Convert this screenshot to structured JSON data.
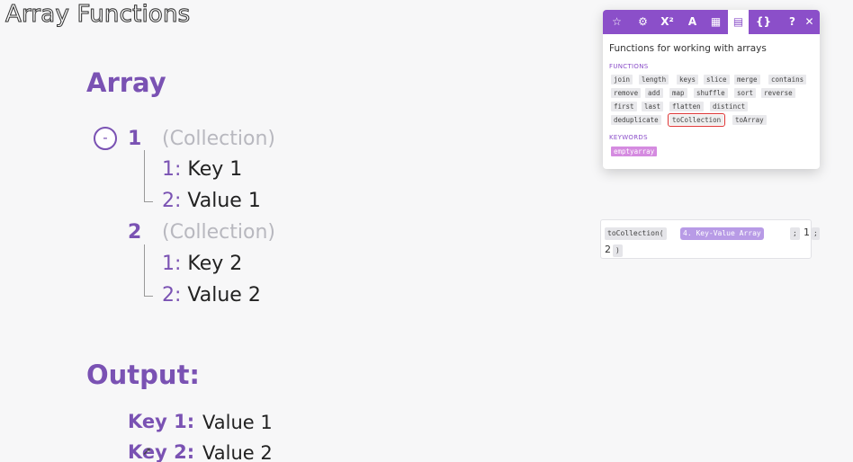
{
  "page": {
    "title": "Array Functions"
  },
  "array_section": {
    "heading": "Array",
    "collapse_label": "-",
    "collections": [
      {
        "index": "1",
        "type_label": "(Collection)",
        "entries": [
          {
            "key": "1:",
            "value": "Key 1"
          },
          {
            "key": "2:",
            "value": "Value 1"
          }
        ]
      },
      {
        "index": "2",
        "type_label": "(Collection)",
        "entries": [
          {
            "key": "1:",
            "value": "Key 2"
          },
          {
            "key": "2:",
            "value": "Value 2"
          }
        ]
      }
    ]
  },
  "output_section": {
    "heading": "Output:",
    "rows": [
      {
        "key": "Key 1:",
        "value": "Value 1"
      },
      {
        "key": "Key 2:",
        "value": "Value 2"
      }
    ]
  },
  "panel": {
    "toolbar": [
      "star-icon",
      "gear-icon",
      "superscript-icon",
      "text-icon",
      "calendar-icon",
      "table-icon",
      "braces-icon",
      "help-icon",
      "close-icon"
    ],
    "toolbar_glyphs": {
      "star": "☆",
      "gear": "⚙",
      "sup": "X²",
      "text": "A",
      "cal": "▦",
      "table": "▤",
      "braces": "{}",
      "help": "?",
      "close": "✕"
    },
    "description": "Functions for working with arrays",
    "functions_label": "FUNCTIONS",
    "functions": {
      "row1": [
        "join",
        "length",
        "keys",
        "slice",
        "merge",
        "contains"
      ],
      "row2": [
        "remove",
        "add",
        "map",
        "shuffle",
        "sort",
        "reverse"
      ],
      "row3": [
        "first",
        "last",
        "flatten",
        "distinct"
      ],
      "row4": [
        "deduplicate",
        "toCollection",
        "toArray"
      ]
    },
    "highlighted_function": "toCollection",
    "keywords_label": "KEYWORDS",
    "keywords": [
      "emptyarray"
    ]
  },
  "formula": {
    "function": "toCollection(",
    "variable": "4. Key-Value Array",
    "sep1": ";",
    "arg2": "1",
    "sep2": ";",
    "arg3": "2",
    "close": ")"
  },
  "colors": {
    "accent": "#7a52b3",
    "toolbar": "#8b4fc9",
    "highlight_border": "#dd3333",
    "keyword": "#d58be0"
  }
}
